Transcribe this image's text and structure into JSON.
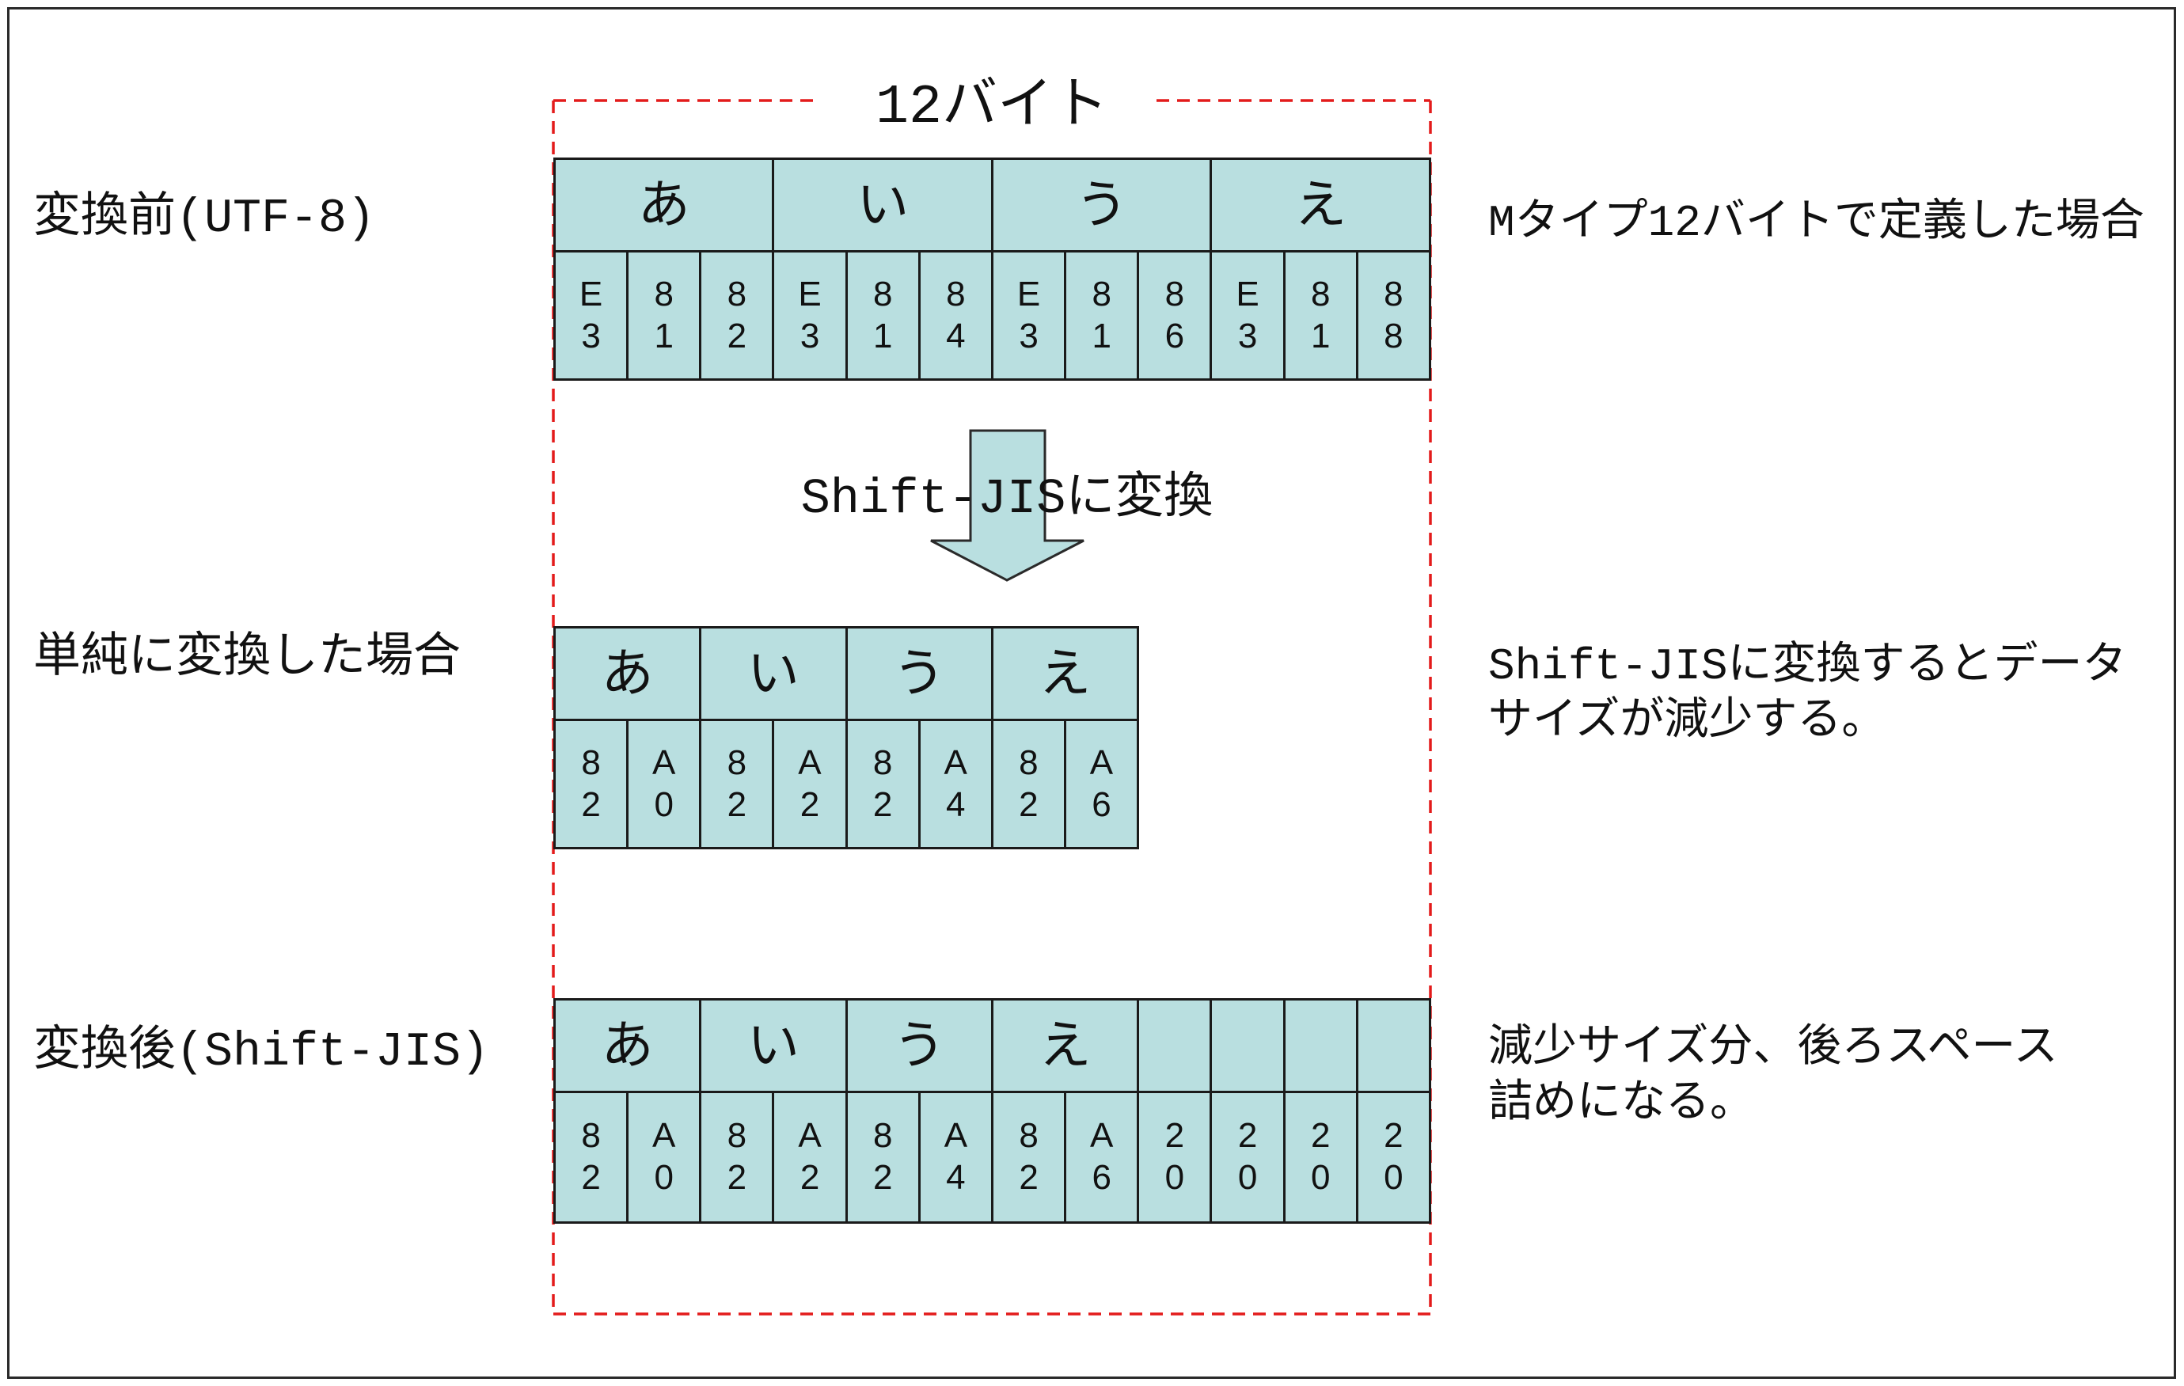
{
  "frame_label": "12バイト",
  "arrow": {
    "label": "Shift-JISに変換"
  },
  "colors": {
    "cell_fill": "#b9dfe0",
    "cell_border": "#1a1a1a",
    "bracket": "#e31b1b",
    "arrow_fill": "#b9dfe0"
  },
  "rows": [
    {
      "label": "変換前(UTF-8)",
      "note": [
        "Mタイプ12バイトで定義した場合"
      ],
      "chars": [
        {
          "char": "あ",
          "bytes": [
            "E3",
            "81",
            "82"
          ]
        },
        {
          "char": "い",
          "bytes": [
            "E3",
            "81",
            "84"
          ]
        },
        {
          "char": "う",
          "bytes": [
            "E3",
            "81",
            "86"
          ]
        },
        {
          "char": "え",
          "bytes": [
            "E3",
            "81",
            "88"
          ]
        }
      ]
    },
    {
      "label": "単純に変換した場合",
      "note": [
        "Shift-JISに変換するとデータ",
        "サイズが減少する。"
      ],
      "chars": [
        {
          "char": "あ",
          "bytes": [
            "82",
            "A0"
          ]
        },
        {
          "char": "い",
          "bytes": [
            "82",
            "A2"
          ]
        },
        {
          "char": "う",
          "bytes": [
            "82",
            "A4"
          ]
        },
        {
          "char": "え",
          "bytes": [
            "82",
            "A6"
          ]
        }
      ]
    },
    {
      "label": "変換後(Shift-JIS)",
      "note": [
        "減少サイズ分、後ろスペース",
        "詰めになる。"
      ],
      "chars": [
        {
          "char": "あ",
          "bytes": [
            "82",
            "A0"
          ]
        },
        {
          "char": "い",
          "bytes": [
            "82",
            "A2"
          ]
        },
        {
          "char": "う",
          "bytes": [
            "82",
            "A4"
          ]
        },
        {
          "char": "え",
          "bytes": [
            "82",
            "A6"
          ]
        },
        {
          "char": "",
          "bytes": [
            "20"
          ]
        },
        {
          "char": "",
          "bytes": [
            "20"
          ]
        },
        {
          "char": "",
          "bytes": [
            "20"
          ]
        },
        {
          "char": "",
          "bytes": [
            "20"
          ]
        }
      ]
    }
  ]
}
